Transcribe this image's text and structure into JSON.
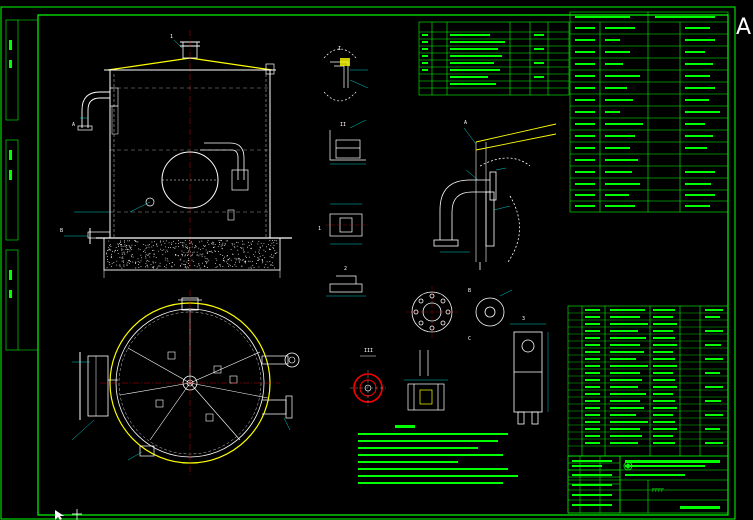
{
  "drawing": {
    "sheet_ref": "FFFF",
    "corner_mark": "A",
    "labels": {
      "top_nozzle": "1",
      "vessel_mark_a": "A",
      "vessel_mark_b": "B",
      "section_1": "1",
      "section_2": "2",
      "section_3": "3",
      "section_a": "A",
      "section_b": "B",
      "section_c": "C",
      "detail_i": "I",
      "detail_ii": "II",
      "detail_iii": "III"
    }
  },
  "colors": {
    "background": "#000000",
    "frame": "#00ff00",
    "linework": "#ffffff",
    "accent_yellow": "#ffff00",
    "accent_cyan": "#00ffff",
    "accent_red": "#ff0000",
    "accent_magenta": "#ff00ff"
  },
  "icons": [
    "cursor-arrow-icon",
    "crosshair-icon"
  ]
}
